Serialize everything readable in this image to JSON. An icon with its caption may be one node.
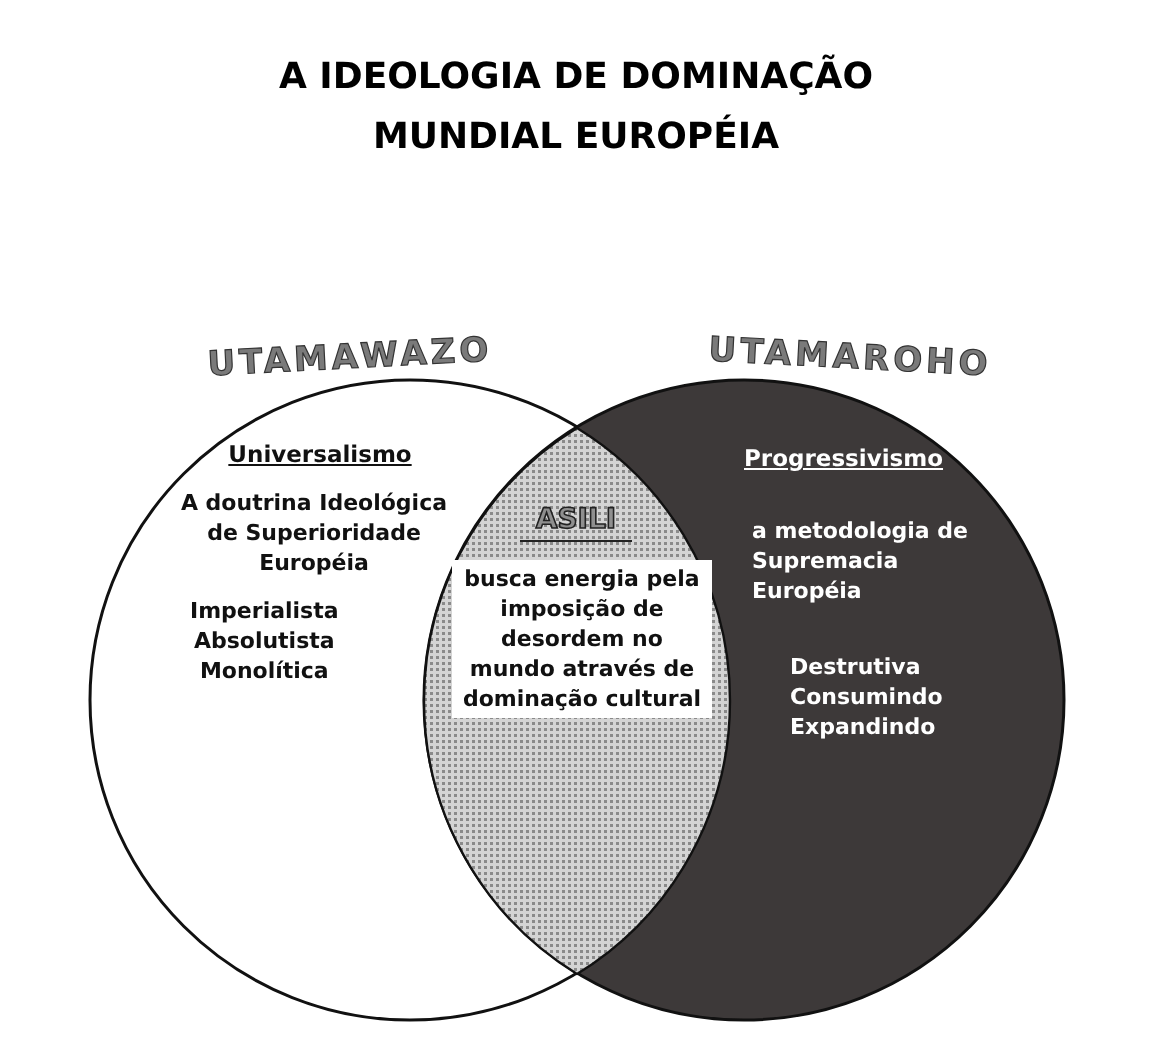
{
  "diagram": {
    "title": "A IDEOLOGIA DE DOMINAÇÃO MUNDIAL EUROPÉIA",
    "nodes": [
      {
        "text": [
          "UTAMAWAZO",
          "Universalismo",
          "A doutrina Ideológica de Superioridade Européia",
          "Imperialista Absolutista Monolítica"
        ]
      },
      {
        "text": [
          "UTAMAROHO",
          "Progressivismo",
          "a metodologia de Supremacia Européia",
          "Destrutiva Consumindo Expandindo"
        ]
      },
      {
        "text": [
          "ASILI",
          "busca energia pela imposição de desordem no mundo através de dominação cultural"
        ]
      }
    ],
    "edges": []
  }
}
